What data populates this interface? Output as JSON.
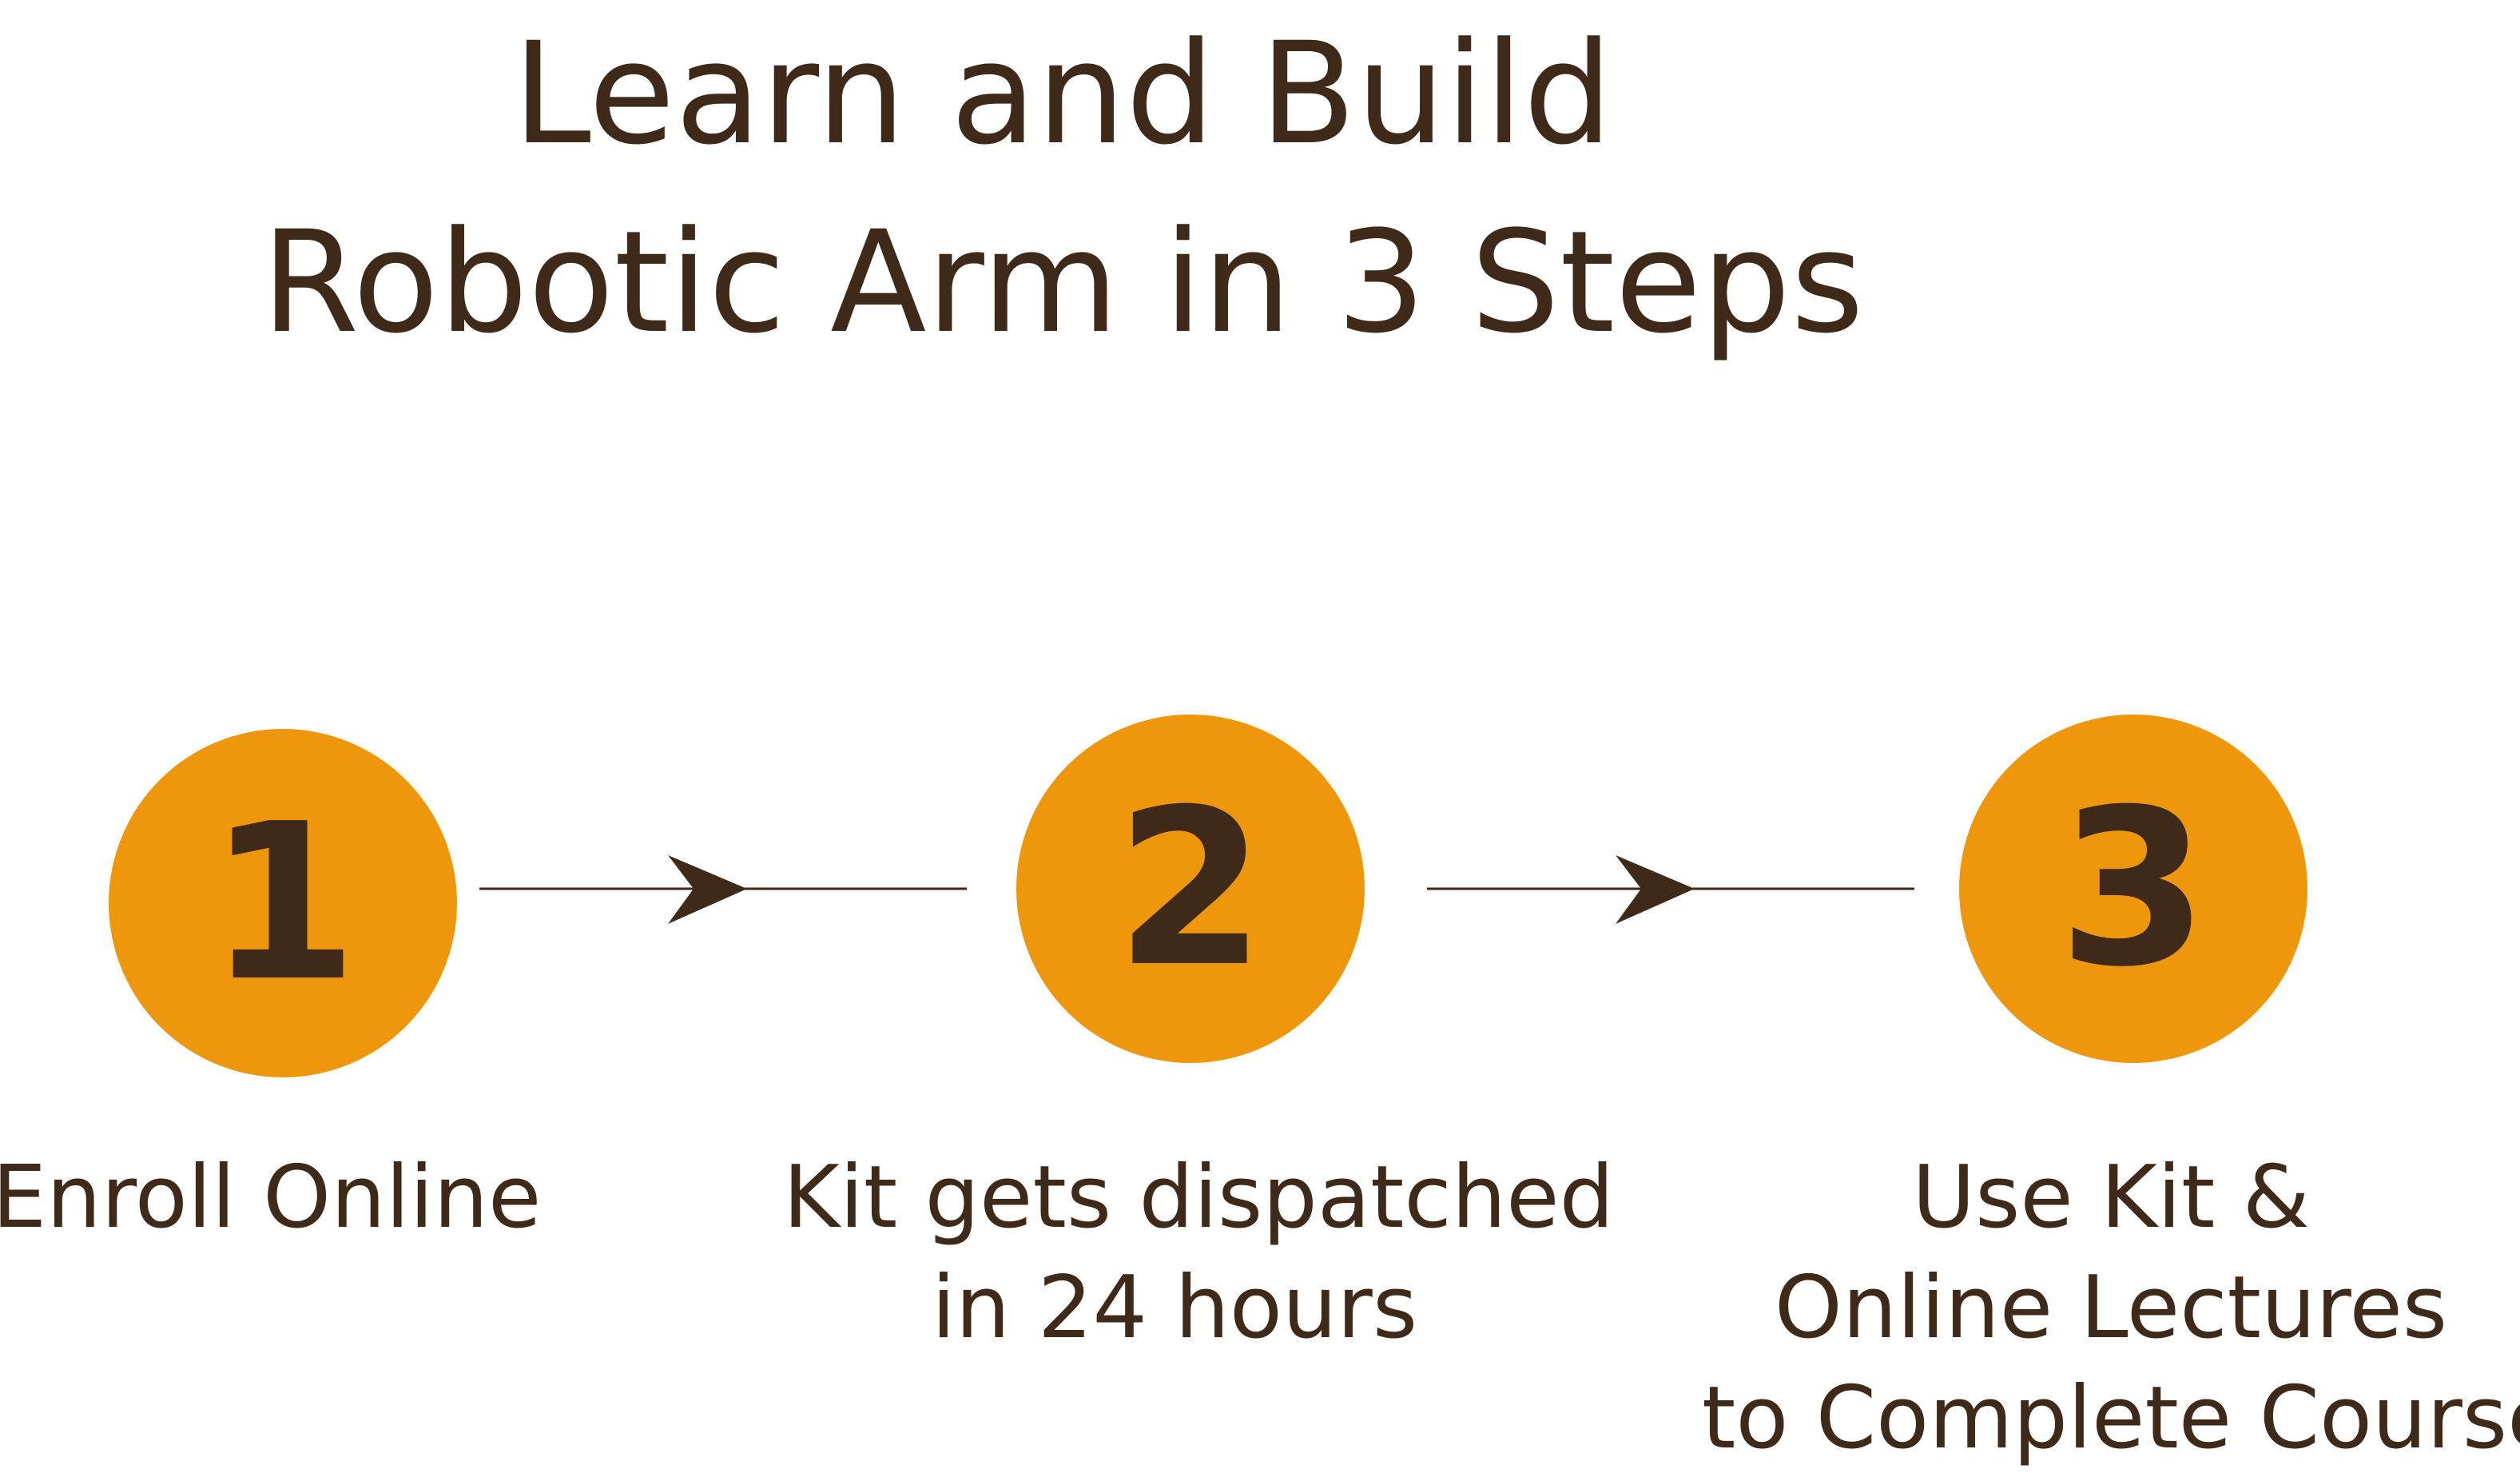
{
  "title": {
    "line1": "Learn and Build",
    "line2": "Robotic Arm in 3 Steps"
  },
  "steps": [
    {
      "number": "1",
      "lines": [
        "Enroll Online"
      ]
    },
    {
      "number": "2",
      "lines": [
        "Kit gets dispatched",
        "in 24 hours"
      ]
    },
    {
      "number": "3",
      "lines": [
        "Use Kit &",
        "Online Lectures",
        "to Complete Course"
      ]
    }
  ],
  "colors": {
    "circle": "#ee960c",
    "text": "#3f2a1a",
    "background": "#ffffff"
  }
}
